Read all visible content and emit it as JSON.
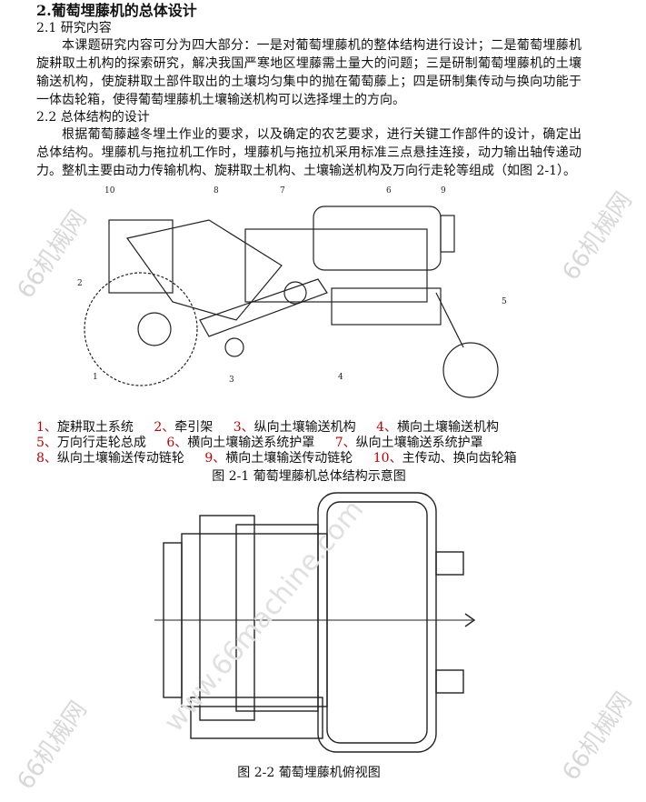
{
  "title": "2.葡萄埋藤机的总体设计",
  "s21": {
    "heading": "2.1 研究内容",
    "body": "本课题研究内容可分为四大部分：一是对葡萄埋藤机的整体结构进行设计；二是葡萄埋藤机旋耕取土机构的探索研究，解决我国严寒地区埋藤需土量大的问题；三是研制葡萄埋藤机的土壤输送机构，使旋耕取土部件取出的土壤均匀集中的抛在葡萄藤上；四是研制集传动与换向功能于一体齿轮箱，使得葡萄埋藤机土壤输送机构可以选择埋土的方向。"
  },
  "s22": {
    "heading": "2.2 总体结构的设计",
    "body": "根据葡萄藤越冬埋土作业的要求，以及确定的农艺要求，进行关键工作部件的设计，确定出总体结构。埋藤机与拖拉机工作时，埋藤机与拖拉机采用标准三点悬挂连接，动力输出轴传递动力。整机主要由动力传输机构、旋耕取土机构、土壤输送机构及万向行走轮等组成（如图 2-1）。"
  },
  "fig1": {
    "labels": [
      "1",
      "2",
      "3",
      "4",
      "5",
      "6",
      "7",
      "8",
      "9",
      "10"
    ],
    "legend": [
      "1、旋耕取土系统",
      "2、牵引架",
      "3、纵向土壤输送机构",
      "4、横向土壤输送机构",
      "5、万向行走轮总成",
      "6、横向土壤输送系统护罩",
      "7、纵向土壤输送系统护罩",
      "8、纵向土壤输送传动链轮",
      "9、横向土壤输送传动链轮",
      "10、主传动、换向齿轮箱"
    ],
    "caption": "图 2-1 葡萄埋藤机总体结构示意图"
  },
  "fig2": {
    "caption": "图 2-2 葡萄埋藤机俯视图"
  },
  "watermark": {
    "site": "66机械网",
    "url": "www.66machine.com"
  },
  "colors": {
    "legend_number": "#c00000"
  }
}
